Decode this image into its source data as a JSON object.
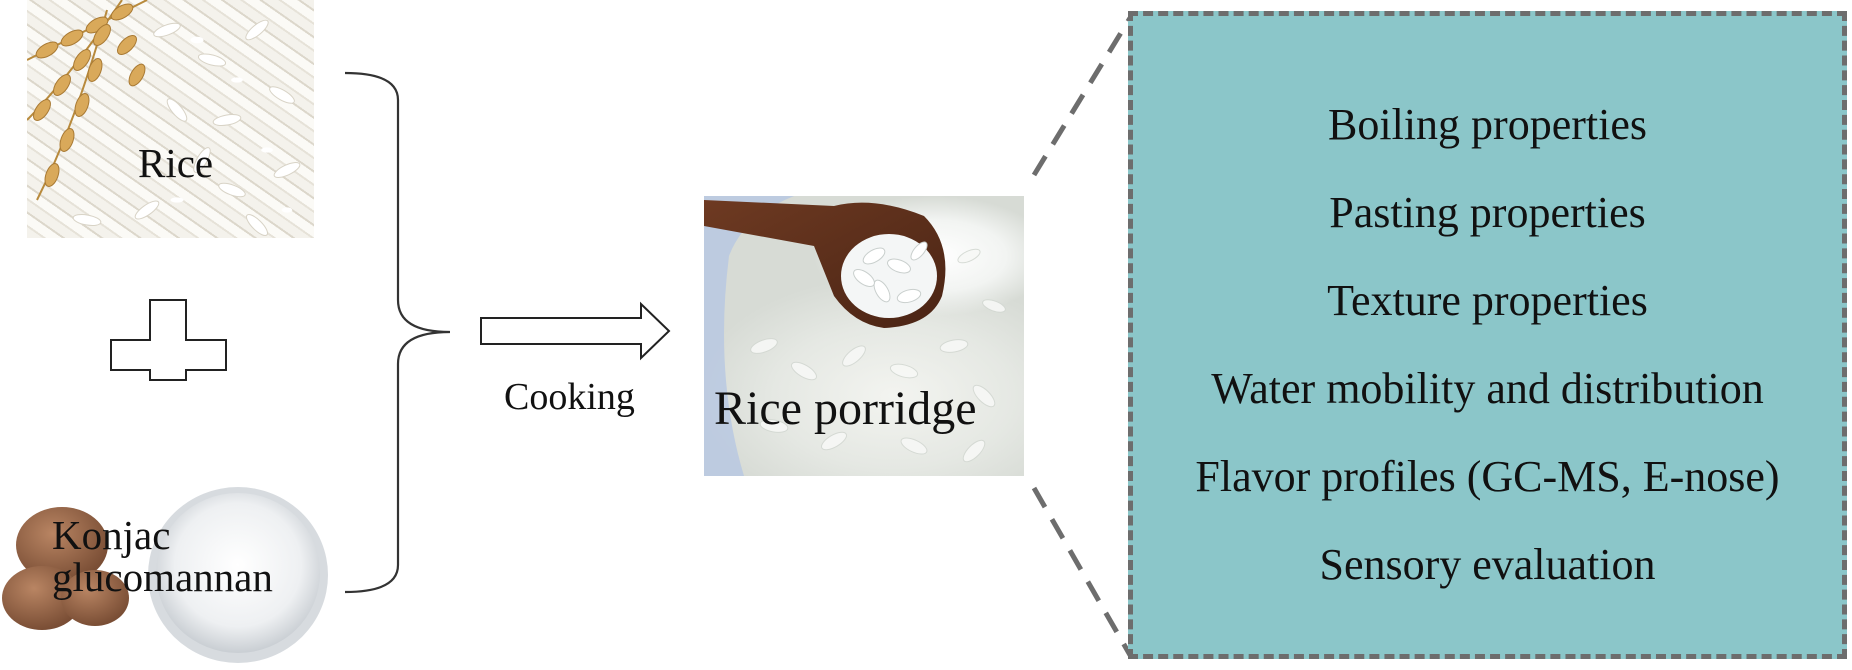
{
  "inputs": {
    "rice_label": "Rice",
    "konjac_label_line1": "Konjac",
    "konjac_label_line2": "glucomannan"
  },
  "process": {
    "cooking_label": "Cooking"
  },
  "product": {
    "label": "Rice porridge"
  },
  "analyses": {
    "items": [
      "Boiling properties",
      "Pasting properties",
      "Texture properties",
      "Water mobility and distribution",
      "Flavor profiles (GC-MS, E-nose)",
      "Sensory evaluation"
    ]
  },
  "colors": {
    "panel_fill": "#8bc6c9",
    "panel_border": "#6d6d6d",
    "rice_husk": "#d9a95a",
    "konjac_tuber": "#9a6b4e"
  }
}
